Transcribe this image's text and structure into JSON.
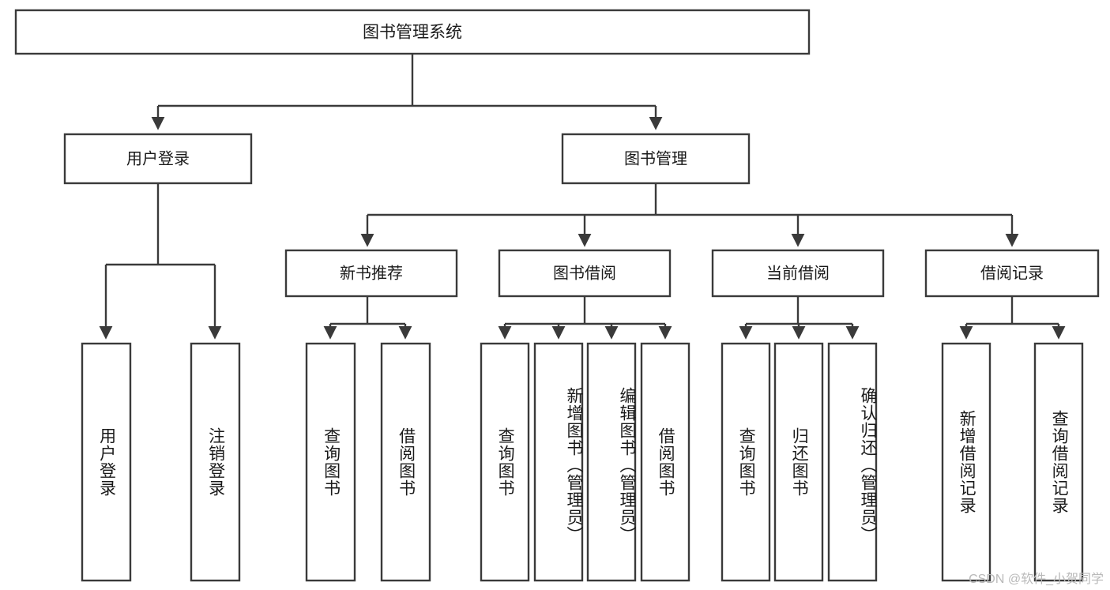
{
  "diagram": {
    "title": "图书管理系统",
    "watermark": "CSDN @软件_小贺同学",
    "colors": {
      "stroke": "#3a3a3a",
      "fill": "#ffffff",
      "text": "#1a1a1a",
      "watermark": "#b9b9b9"
    },
    "nodes": {
      "root": {
        "label": "图书管理系统"
      },
      "level2": [
        {
          "id": "user-login",
          "label": "用户登录"
        },
        {
          "id": "book-management",
          "label": "图书管理"
        }
      ],
      "level3": [
        {
          "id": "new-book-recommend",
          "label": "新书推荐"
        },
        {
          "id": "book-borrow",
          "label": "图书借阅"
        },
        {
          "id": "current-borrow",
          "label": "当前借阅"
        },
        {
          "id": "borrow-record",
          "label": "借阅记录"
        }
      ],
      "leaves": {
        "user-login": [
          {
            "id": "leaf-user-login",
            "label": "用户登录"
          },
          {
            "id": "leaf-logout-login",
            "label": "注销登录"
          }
        ],
        "new-book-recommend": [
          {
            "id": "leaf-query-book-1",
            "label": "查询图书"
          },
          {
            "id": "leaf-borrow-book-1",
            "label": "借阅图书"
          }
        ],
        "book-borrow": [
          {
            "id": "leaf-query-book-2",
            "label": "查询图书"
          },
          {
            "id": "leaf-add-book-admin",
            "label": "新增图书（管理员）"
          },
          {
            "id": "leaf-edit-book-admin",
            "label": "编辑图书（管理员）"
          },
          {
            "id": "leaf-borrow-book-2",
            "label": "借阅图书"
          }
        ],
        "current-borrow": [
          {
            "id": "leaf-query-book-3",
            "label": "查询图书"
          },
          {
            "id": "leaf-return-book",
            "label": "归还图书"
          },
          {
            "id": "leaf-confirm-return-admin",
            "label": "确认归还（管理员）"
          }
        ],
        "borrow-record": [
          {
            "id": "leaf-add-borrow-record",
            "label": "新增借阅记录"
          },
          {
            "id": "leaf-query-borrow-record",
            "label": "查询借阅记录"
          }
        ]
      }
    }
  }
}
